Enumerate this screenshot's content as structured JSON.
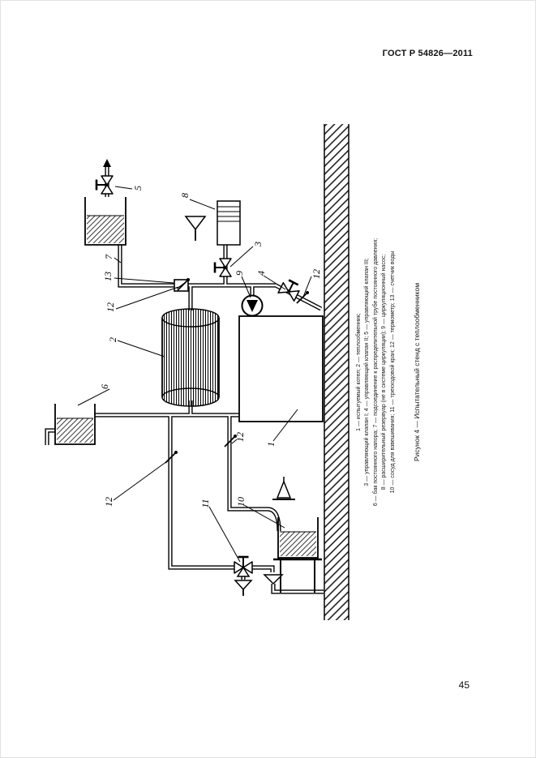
{
  "page": {
    "header": "ГОСТ Р 54826—2011",
    "page_number": "45"
  },
  "figure": {
    "caption": "Рисунок 4 — Испытательный стенд с теплообменником",
    "legend_lines": [
      "1 — испытуемый котел; 2 — теплообменник;",
      "3 — управляющий клапан I; 4 — управляющий клапан II; 5 — управляющий клапан III;",
      "6 — бак постоянного напора; 7 — подсоединение к распределительной трубе постоянного давления;",
      "8 — расширительный резервуар (не в системе циркуляции); 9 — циркуляционный насос;",
      "10 — сосуд для взвешивания; 11 — трехходовой кран; 12 — термометр; 13 — счетчик воды"
    ],
    "callouts": {
      "c1": "1",
      "c2": "2",
      "c3": "3",
      "c4": "4",
      "c5": "5",
      "c6": "6",
      "c7": "7",
      "c8": "8",
      "c9": "9",
      "c10": "10",
      "c11": "11",
      "c12": "12",
      "c13": "13"
    }
  }
}
